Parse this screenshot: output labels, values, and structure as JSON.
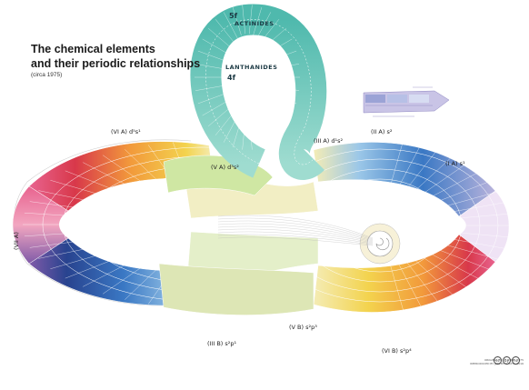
{
  "title": {
    "line1": "The chemical elements",
    "line2": "and their periodic relationships",
    "sub": "(circa 1975)"
  },
  "families": {
    "actinides_config": "5f",
    "actinides": "ACTINIDES",
    "lanthanides": "LANTHANIDES",
    "lanthanides_config": "4f"
  },
  "group_labels": {
    "vi_a": "(VI A) d⁵s¹",
    "v_a": "(V A) d³s²",
    "iii_a": "(III A) d¹s²",
    "ii_a": "(II A) s²",
    "i_a": "(I A) s¹",
    "vii_a": "(VII A)",
    "iii_b": "(III B) s²p¹",
    "v_b": "(V B) s²p³",
    "vi_b": "(VI B) s²p⁴"
  },
  "credits": {
    "line1": "ORIGINAL BY J.F. HYDE, 1975",
    "line2": "REPRODUCED BY JEREMY SACHS, 2016"
  },
  "cc_icons": [
    "cc",
    "by",
    "nc"
  ],
  "colors": {
    "actinide_teal": "#4fb9ad",
    "lanthanide_teal": "#7fd2c6",
    "red": "#d8384a",
    "orange": "#f29a3b",
    "yellow": "#f3d34e",
    "pale_yellow": "#f4ecb5",
    "green": "#93c96f",
    "pink": "#e8638f",
    "purple": "#7f5aa8",
    "navy": "#28438f",
    "blue": "#3a78c4",
    "sky": "#9bc7e8",
    "lavender": "#b9b3dc"
  }
}
